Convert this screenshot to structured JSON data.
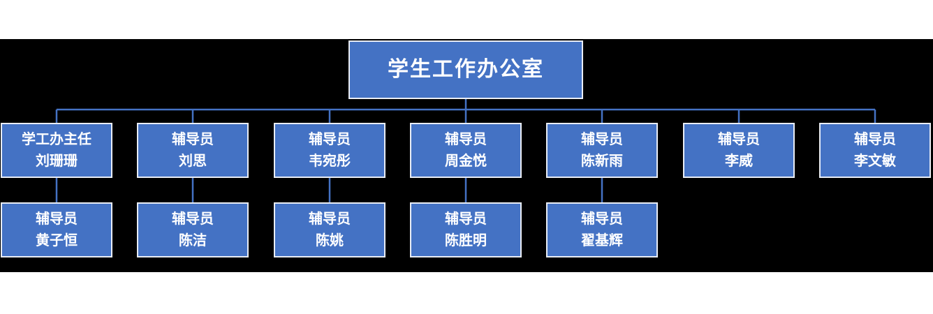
{
  "org": {
    "root": {
      "title": "学生工作办公室"
    },
    "level2": [
      {
        "role": "学工办主任",
        "name": "刘珊珊"
      },
      {
        "role": "辅导员",
        "name": "刘思"
      },
      {
        "role": "辅导员",
        "name": "韦宛彤"
      },
      {
        "role": "辅导员",
        "name": "周金悦"
      },
      {
        "role": "辅导员",
        "name": "陈新雨"
      },
      {
        "role": "辅导员",
        "name": "李威"
      },
      {
        "role": "辅导员",
        "name": "李文敏"
      }
    ],
    "level3": [
      {
        "role": "辅导员",
        "name": "黄子恒",
        "parent_index": 0
      },
      {
        "role": "辅导员",
        "name": "陈洁",
        "parent_index": 1
      },
      {
        "role": "辅导员",
        "name": "陈姚",
        "parent_index": 2
      },
      {
        "role": "辅导员",
        "name": "陈胜明",
        "parent_index": 3
      },
      {
        "role": "辅导员",
        "name": "翟基辉",
        "parent_index": 4
      }
    ],
    "colors": {
      "page_background": "#FFFFFF",
      "band_background": "#000000",
      "box_fill": "#4472C4",
      "box_border": "#E9EDF5",
      "connector": "#4472C4",
      "text": "#FFFFFF"
    }
  }
}
